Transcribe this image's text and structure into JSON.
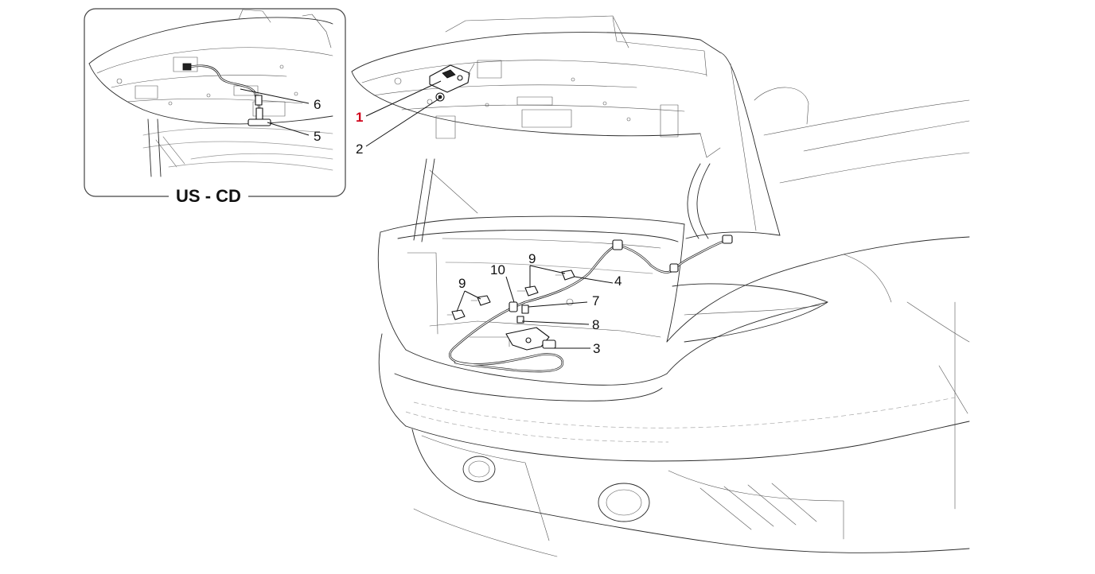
{
  "inset": {
    "title": "US - CD",
    "callouts": [
      "6",
      "5"
    ]
  },
  "callouts": [
    {
      "id": "c1",
      "label": "1",
      "highlight": true
    },
    {
      "id": "c2",
      "label": "2",
      "highlight": false
    },
    {
      "id": "c3",
      "label": "3",
      "highlight": false
    },
    {
      "id": "c4",
      "label": "4",
      "highlight": false
    },
    {
      "id": "c7",
      "label": "7",
      "highlight": false
    },
    {
      "id": "c8",
      "label": "8",
      "highlight": false
    },
    {
      "id": "c9a",
      "label": "9",
      "highlight": false
    },
    {
      "id": "c9b",
      "label": "9",
      "highlight": false
    },
    {
      "id": "c10",
      "label": "10",
      "highlight": false
    }
  ],
  "colors": {
    "highlight": "#d0021b",
    "line": "#2a2a2a",
    "background": "#ffffff"
  }
}
